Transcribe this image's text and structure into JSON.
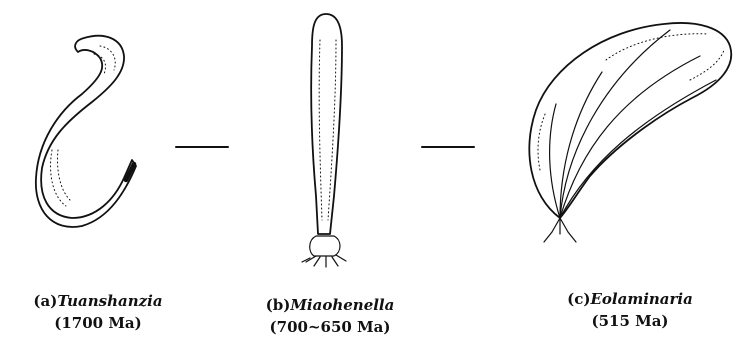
{
  "specimens": [
    {
      "letter": "(a)",
      "name": "Tuanshanzia",
      "age": "(1700 Ma)"
    },
    {
      "letter": "(b)",
      "name": "Miaohenella",
      "age": "(700~650 Ma)"
    },
    {
      "letter": "(c)",
      "name": "Eolaminaria",
      "age": "(515 Ma)"
    }
  ],
  "colors": {
    "ink": "#111111",
    "background": "#ffffff"
  }
}
